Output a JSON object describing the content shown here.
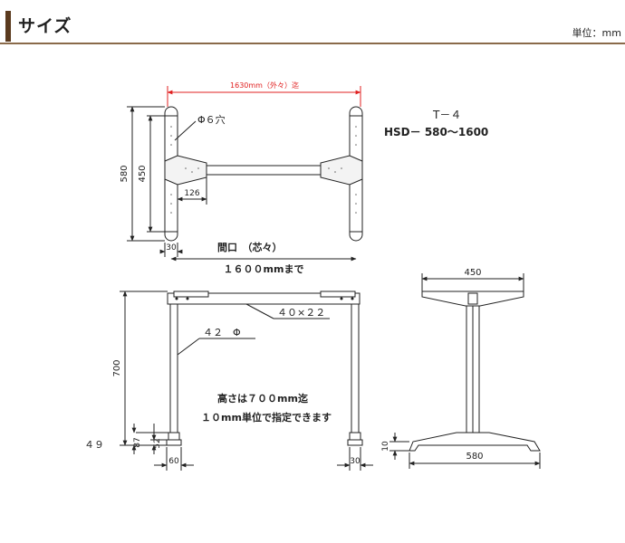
{
  "header": {
    "title": "サイズ",
    "unit": "単位：mm",
    "accent_color": "#5a3a1e",
    "rule_color": "#8a6a4a"
  },
  "drawing": {
    "top_view": {
      "overall_width": "1630mm（外々）迄",
      "hole": "Φ６穴",
      "depth_outer": "580",
      "depth_inner": "450",
      "joint_offset": "126",
      "foot_width": "30",
      "spacing_label": "間口　（芯々）",
      "spacing_value": "１６００mmまで",
      "dimension_color": "#e02020"
    },
    "model": {
      "line1": "T－４",
      "line2": "HSD－ 580～1600"
    },
    "front_view": {
      "height": "700",
      "beam_section": "４０×２２",
      "pipe_diameter": "４２　Φ",
      "adjuster_upper": "87",
      "adjuster_lower": "52",
      "adjuster_side": "４９",
      "foot_left": "60",
      "foot_right": "30",
      "note_line1": "高さは７００mm迄",
      "note_line2": "１０mm単位で指定できます"
    },
    "side_view": {
      "top_width": "450",
      "foot_height": "10",
      "base_width": "580"
    }
  }
}
